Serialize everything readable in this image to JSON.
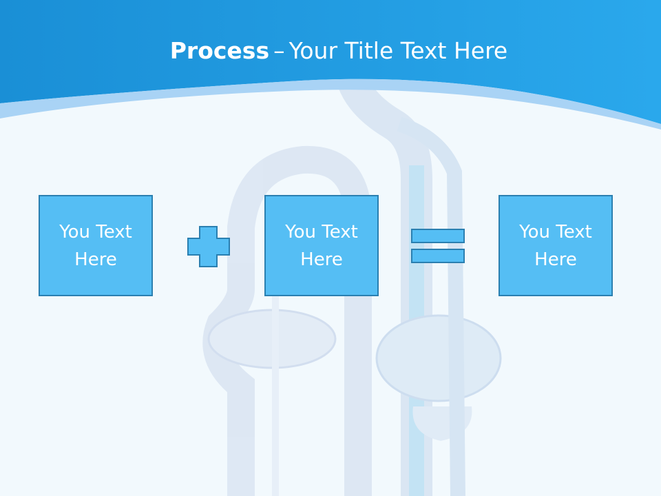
{
  "slide": {
    "title": {
      "bold": "Process",
      "separator": "–",
      "rest": "Your Title Text Here"
    },
    "boxes": [
      {
        "text": "You Text Here"
      },
      {
        "text": "You Text Here"
      },
      {
        "text": "You Text Here"
      }
    ],
    "operators": [
      "plus-icon",
      "equals-icon"
    ]
  },
  "colors": {
    "header_blue": "#1f9ae0",
    "box_fill": "#55bef4",
    "box_border": "#2a7fb0",
    "background": "#f2f9fd"
  }
}
